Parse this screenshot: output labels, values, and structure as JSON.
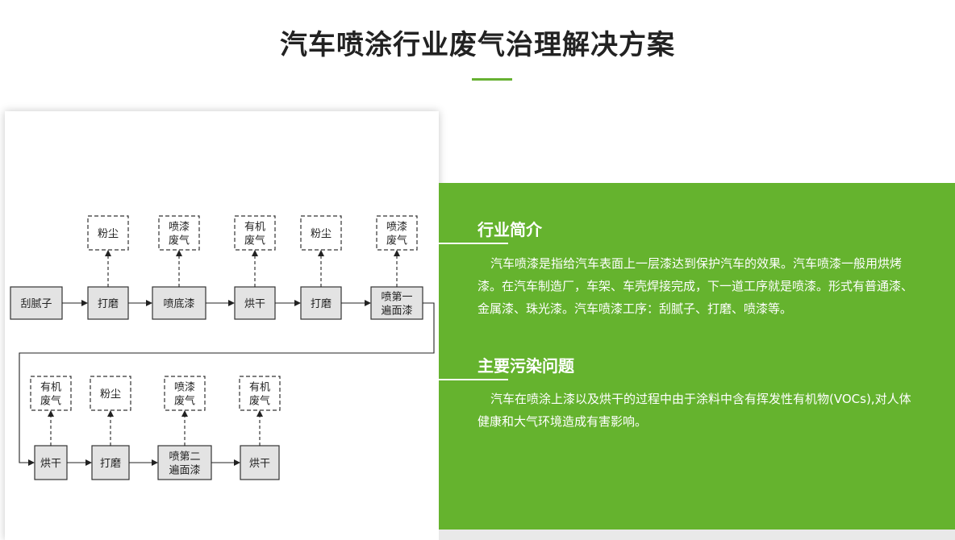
{
  "page": {
    "title": "汽车喷涂行业废气治理解决方案"
  },
  "flowchart": {
    "row1": {
      "steps": [
        "刮腻子",
        "打磨",
        "喷底漆",
        "烘干",
        "打磨",
        "喷第一\n遍面漆"
      ],
      "emissions": [
        null,
        "粉尘",
        "喷漆\n废气",
        "有机\n废气",
        "粉尘",
        "喷漆\n废气"
      ]
    },
    "row2": {
      "steps": [
        "烘干",
        "打磨",
        "喷第二\n遍面漆",
        "烘干"
      ],
      "emissions": [
        "有机\n废气",
        "粉尘",
        "喷漆\n废气",
        "有机\n废气"
      ]
    }
  },
  "info": {
    "intro_title": "行业简介",
    "intro_text": "汽车喷漆是指给汽车表面上一层漆达到保护汽车的效果。汽车喷漆一般用烘烤漆。在汽车制造厂，车架、车壳焊接完成，下一道工序就是喷漆。形式有普通漆、金属漆、珠光漆。汽车喷漆工序：刮腻子、打磨、喷漆等。",
    "pollution_title": "主要污染问题",
    "pollution_text": "汽车在喷涂上漆以及烘干的过程中由于涂料中含有挥发性有机物(VOCs),对人体健康和大气环境造成有害影响。"
  },
  "colors": {
    "accent_green": "#65b32e",
    "title_text": "#222222"
  }
}
